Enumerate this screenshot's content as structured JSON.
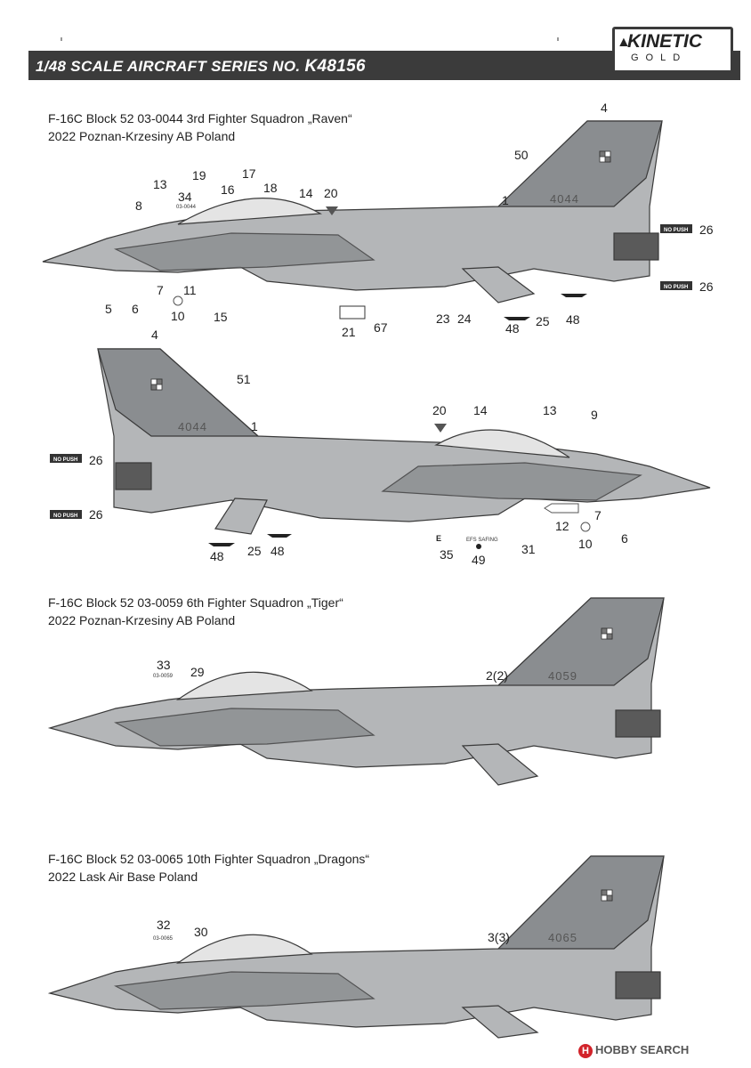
{
  "header": {
    "series_label": "1/48 SCALE  AIRCRAFT  SERIES NO.",
    "series_number": "K48156"
  },
  "logo": {
    "brand": "KINETIC",
    "line": "GOLD"
  },
  "profiles": [
    {
      "caption_line1": "F-16C Block 52 03-0044 3rd Fighter Squadron „Raven“",
      "caption_line2": "2022 Poznan-Krzesiny AB Poland"
    },
    {
      "caption_line1": "F-16C Block 52 03-0059 6th Fighter Squadron „Tiger“",
      "caption_line2": "2022 Poznan-Krzesiny AB Poland"
    },
    {
      "caption_line1": "F-16C Block 52 03-0065 10th Fighter Squadron „Dragons“",
      "caption_line2": "2022 Lask Air Base Poland"
    }
  ],
  "serials": {
    "s0044": "4044",
    "s0059": "4059",
    "s0065": "4065",
    "small0044": "03-0044",
    "small0059": "03-0059",
    "small0065": "03-0065"
  },
  "stencils": {
    "no_push": "NO PUSH",
    "efs_safing": "EFS SAFING"
  },
  "callouts_p1_left": {
    "n4": "4",
    "n50": "50",
    "n1": "1",
    "n26a": "26",
    "n26b": "26",
    "n13": "13",
    "n19": "19",
    "n17": "17",
    "n16": "16",
    "n18": "18",
    "n14": "14",
    "n20": "20",
    "n34": "34",
    "n8": "8",
    "n7": "7",
    "n11": "11",
    "n5": "5",
    "n6": "6",
    "n10": "10",
    "n15": "15",
    "n21": "21",
    "n67": "67",
    "n23": "23",
    "n24": "24",
    "n48a": "48",
    "n25": "25",
    "n48b": "48"
  },
  "callouts_p1_right": {
    "n4": "4",
    "n51": "51",
    "n1": "1",
    "n20": "20",
    "n14": "14",
    "n13": "13",
    "n9": "9",
    "n26a": "26",
    "n26b": "26",
    "n7": "7",
    "n12": "12",
    "n10": "10",
    "n6": "6",
    "n31": "31",
    "n49": "49",
    "n35": "35",
    "n25": "25",
    "n48a": "48",
    "n48b": "48"
  },
  "callouts_p2": {
    "n33": "33",
    "n29": "29",
    "n2": "2(2)"
  },
  "callouts_p3": {
    "n32": "32",
    "n30": "30",
    "n3": "3(3)"
  },
  "watermark": {
    "icon": "H",
    "text": "HOBBY SEARCH"
  },
  "colors": {
    "header_bg": "#3b3b3b",
    "camo_dark": "#8a8d90",
    "camo_light": "#b4b6b8",
    "outline": "#3a3a3a"
  }
}
